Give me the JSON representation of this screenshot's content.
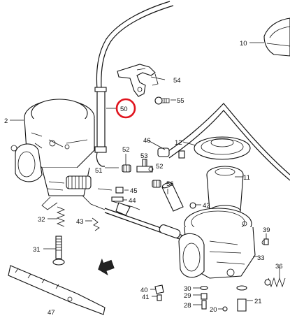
{
  "highlight_color": "#e0141e",
  "highlighted_callout": "50",
  "callouts": {
    "c2": "2",
    "c10": "10",
    "c54": "54",
    "c50": "50",
    "c55": "55",
    "c46": "46",
    "c12": "12",
    "c52a": "52",
    "c53": "53",
    "c52b": "52",
    "c11": "11",
    "c51": "51",
    "c45": "45",
    "c44": "44",
    "c56": "56",
    "c42": "42",
    "c32": "32",
    "c43": "43",
    "c39": "39",
    "c31": "31",
    "c33": "33",
    "c36": "36",
    "c30": "30",
    "c40": "40",
    "c41": "41",
    "c29": "29",
    "c28": "28",
    "c20": "20",
    "c21": "21",
    "c47": "47"
  },
  "icons": {
    "direction_arrow": "direction-arrow-icon"
  }
}
